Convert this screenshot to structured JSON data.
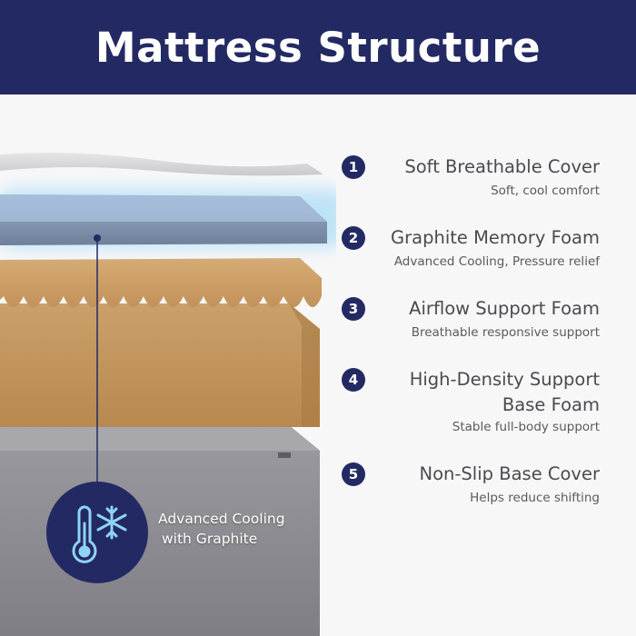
{
  "header": {
    "title": "Mattress Structure"
  },
  "layers": [
    {
      "number": "1",
      "title": "Soft Breathable Cover",
      "subtitle": "Soft, cool comfort"
    },
    {
      "number": "2",
      "title": "Graphite Memory Foam",
      "subtitle": "Advanced Cooling, Pressure relief"
    },
    {
      "number": "3",
      "title": "Airflow Support Foam",
      "subtitle": "Breathable responsive support"
    },
    {
      "number": "4",
      "title": "High-Density Support",
      "title_line2": "Base Foam",
      "subtitle": "Stable full-body support"
    },
    {
      "number": "5",
      "title": "Non-Slip Base Cover",
      "subtitle": "Helps reduce shifting"
    }
  ],
  "badge": {
    "line1": "Advanced Cooling",
    "line2": "with Graphite",
    "icon": "thermometer-snowflake-icon"
  },
  "colors": {
    "navy": "#232a63",
    "cooling_icon": "#8fd3f5",
    "foam_tan": "#c8985f",
    "graphite_blue": "#7b8daa",
    "base_gray": "#8e8e93",
    "cover_light": "#dcdcdf"
  }
}
